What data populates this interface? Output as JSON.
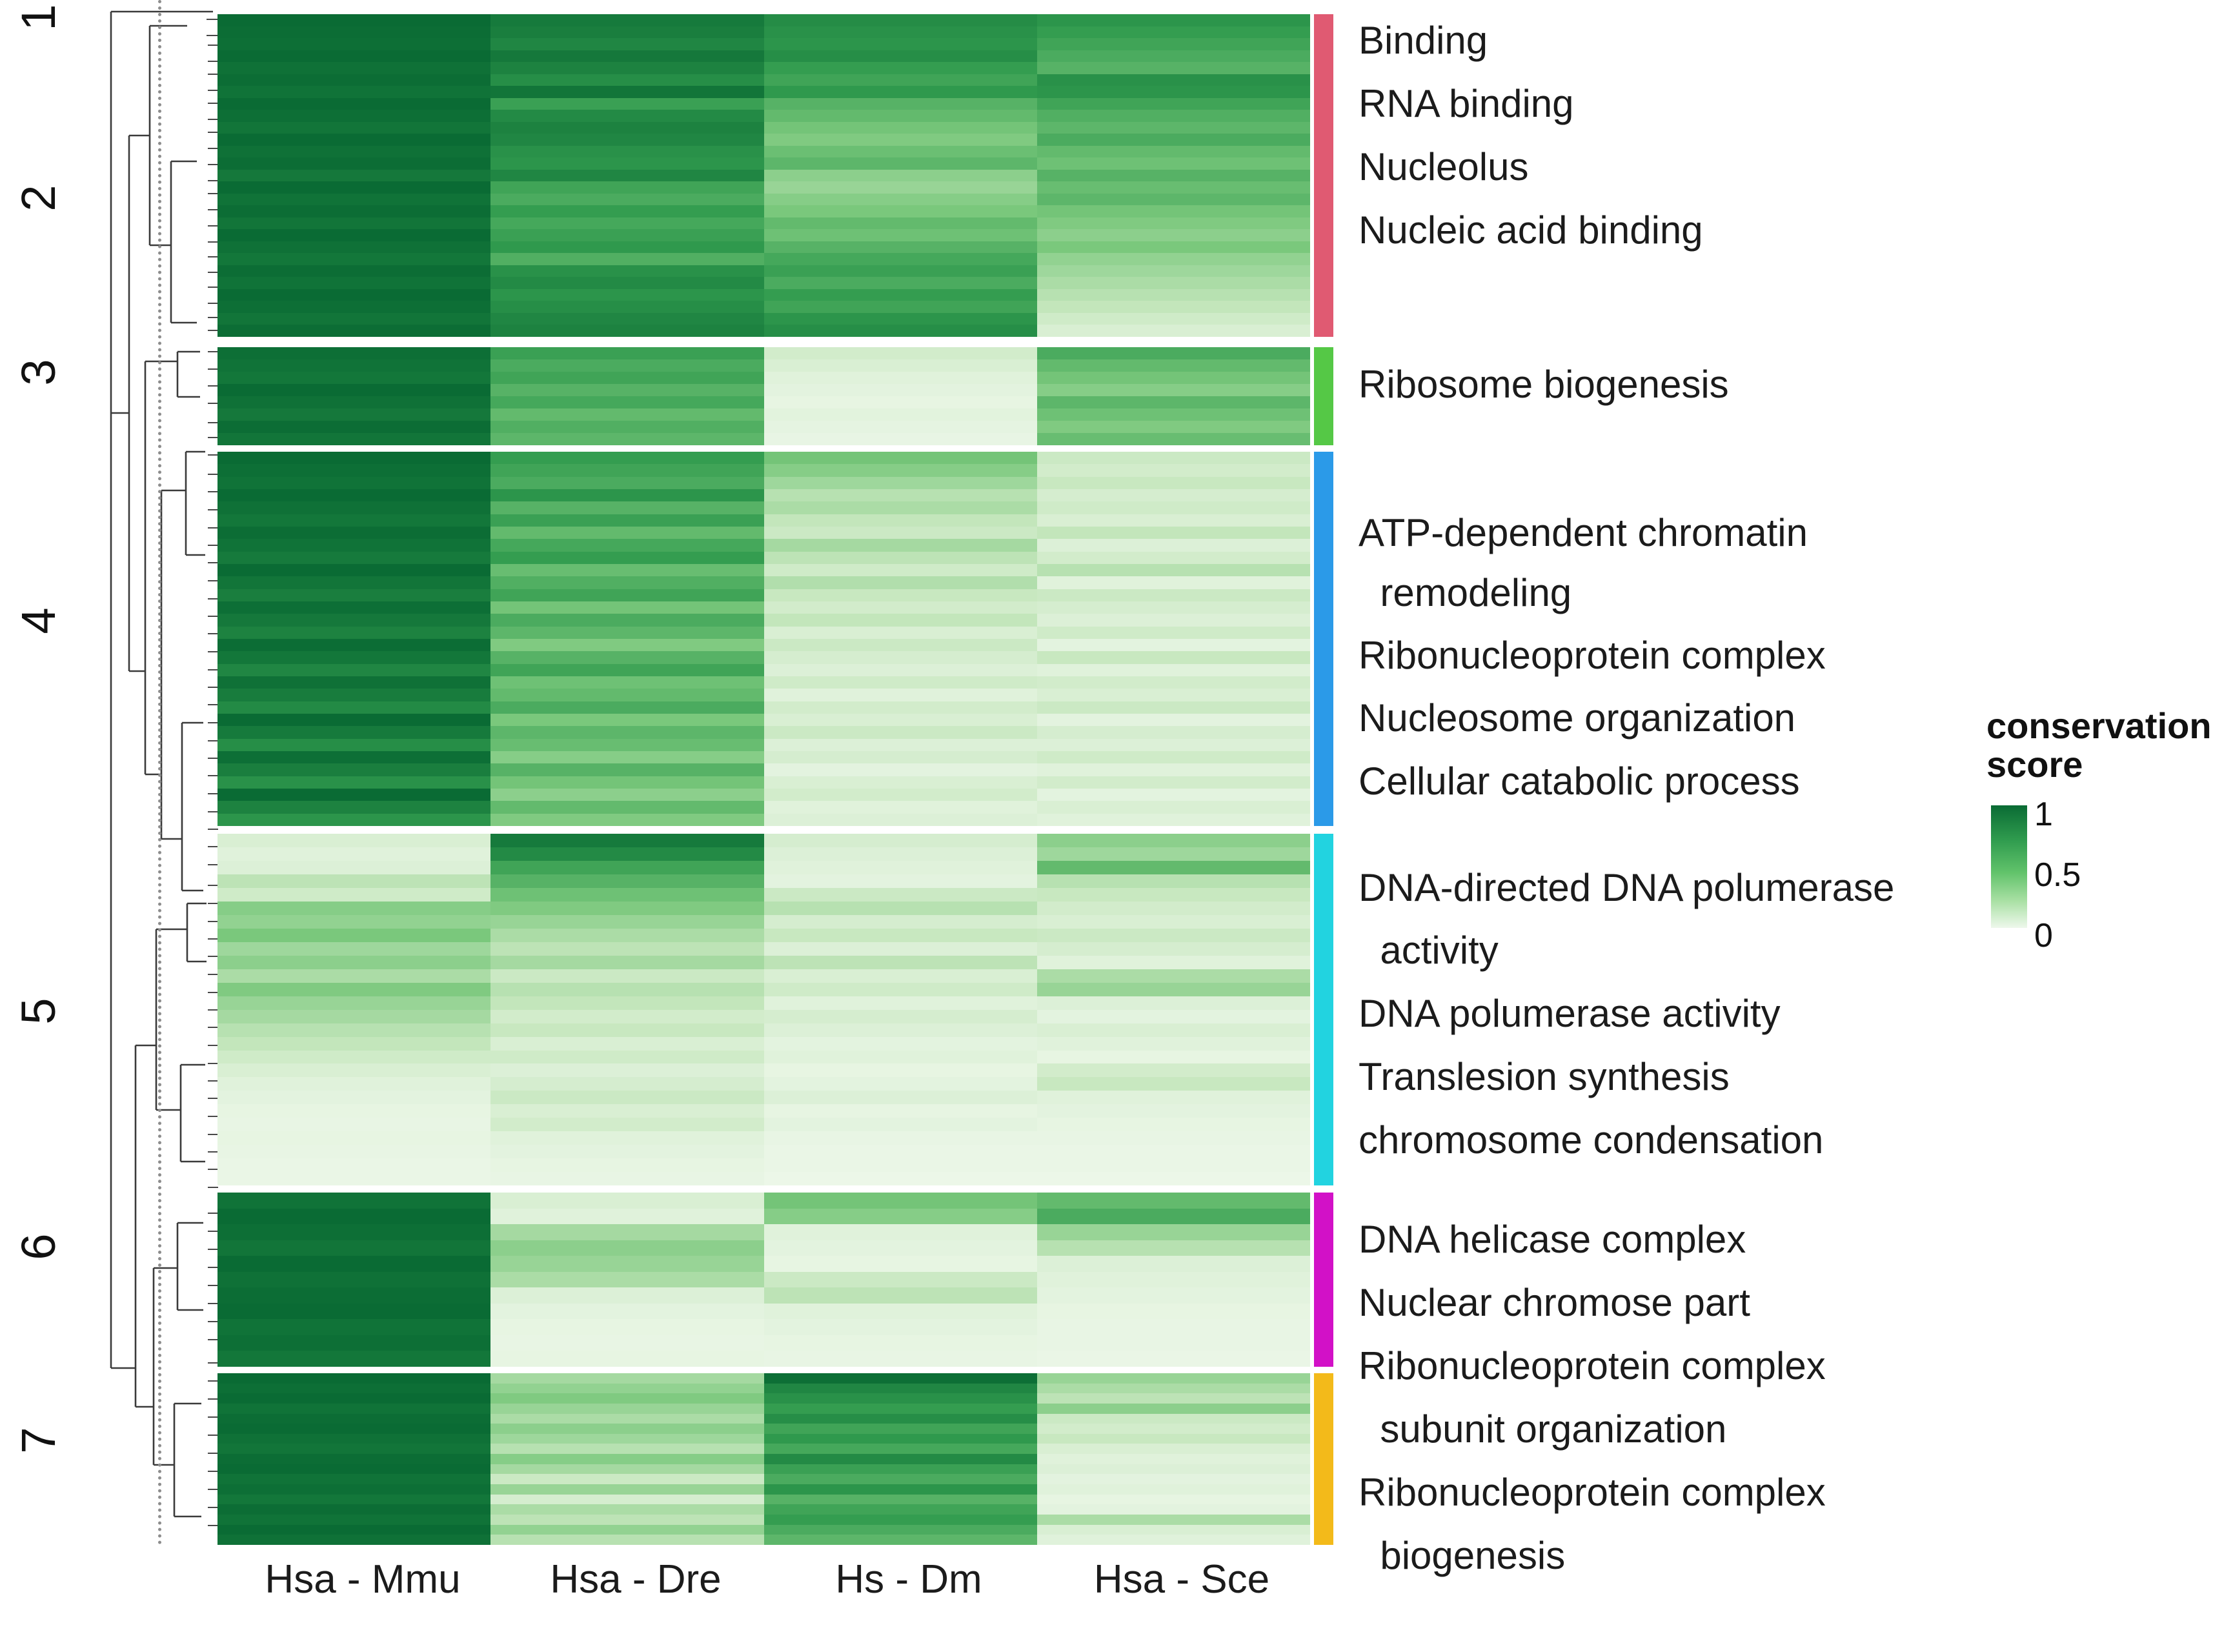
{
  "figure": {
    "kind": "clustered-heatmap",
    "cluster_numbers": [
      "1",
      "2",
      "3",
      "4",
      "5",
      "6",
      "7"
    ]
  },
  "legend": {
    "title_line1": "conservation",
    "title_line2": "score",
    "ticks": [
      "1",
      "0.5",
      "0"
    ],
    "gradient_high_color": "#0a6b34",
    "gradient_low_color": "#eef8ec"
  },
  "annotation_colors": {
    "cluster_1_2": "#e05a72",
    "cluster_3": "#55c846",
    "cluster_4": "#2b9ae8",
    "cluster_5": "#22d3e0",
    "cluster_6": "#d211c7",
    "cluster_7": "#f3ba1a"
  },
  "terms": {
    "group_a": [
      "Binding",
      "RNA binding",
      "Nucleolus",
      "Nucleic acid binding"
    ],
    "group_b": [
      "Ribosome biogenesis"
    ],
    "group_c": [
      "ATP-dependent chromatin",
      "  remodeling",
      "Ribonucleoprotein complex",
      "Nucleosome organization",
      "Cellular catabolic process"
    ],
    "group_d": [
      "DNA-directed DNA polumerase",
      "  activity",
      "DNA polumerase activity",
      "Translesion synthesis",
      "chromosome condensation"
    ],
    "group_e": [
      "DNA helicase complex",
      "Nuclear chromose part"
    ],
    "group_f": [
      "Ribonucleoprotein complex",
      "  subunit organization",
      "Ribonucleoprotein complex",
      "  biogenesis"
    ]
  },
  "chart_data": {
    "type": "heatmap",
    "title": "",
    "xlabel": "",
    "ylabel": "",
    "columns": [
      "Hsa - Mmu",
      "Hsa - Dre",
      "Hs - Dm",
      "Hsa - Sce"
    ],
    "value_range": [
      0,
      1
    ],
    "colorbar_label": "conservation score",
    "legend_position": "right",
    "grid": false,
    "row_clusters": [
      {
        "id": "1-2",
        "label": "1 / 2",
        "annot_color": "#e05a72",
        "rows": [
          [
            1.0,
            0.92,
            0.83,
            0.78
          ],
          [
            0.99,
            0.9,
            0.8,
            0.74
          ],
          [
            0.98,
            0.86,
            0.78,
            0.7
          ],
          [
            1.0,
            0.93,
            0.82,
            0.66
          ],
          [
            0.97,
            0.88,
            0.74,
            0.62
          ],
          [
            0.99,
            0.82,
            0.7,
            0.8
          ],
          [
            0.96,
            0.95,
            0.76,
            0.78
          ],
          [
            1.0,
            0.72,
            0.62,
            0.7
          ],
          [
            0.98,
            0.84,
            0.58,
            0.64
          ],
          [
            0.95,
            0.88,
            0.52,
            0.6
          ],
          [
            1.0,
            0.86,
            0.48,
            0.66
          ],
          [
            0.97,
            0.8,
            0.55,
            0.58
          ],
          [
            0.99,
            0.78,
            0.6,
            0.54
          ],
          [
            0.93,
            0.86,
            0.44,
            0.62
          ],
          [
            1.0,
            0.7,
            0.4,
            0.56
          ],
          [
            0.96,
            0.66,
            0.46,
            0.6
          ],
          [
            0.99,
            0.74,
            0.5,
            0.52
          ],
          [
            0.95,
            0.68,
            0.58,
            0.48
          ],
          [
            1.0,
            0.72,
            0.54,
            0.44
          ],
          [
            0.97,
            0.76,
            0.62,
            0.5
          ],
          [
            0.94,
            0.64,
            0.68,
            0.42
          ],
          [
            0.99,
            0.8,
            0.72,
            0.38
          ],
          [
            0.96,
            0.84,
            0.66,
            0.34
          ],
          [
            1.0,
            0.78,
            0.74,
            0.3
          ],
          [
            0.98,
            0.82,
            0.7,
            0.26
          ],
          [
            0.95,
            0.86,
            0.78,
            0.2
          ],
          [
            0.99,
            0.88,
            0.82,
            0.14
          ]
        ]
      },
      {
        "id": "3",
        "label": "3",
        "annot_color": "#55c846",
        "rows": [
          [
            0.98,
            0.72,
            0.18,
            0.66
          ],
          [
            0.96,
            0.66,
            0.14,
            0.58
          ],
          [
            0.94,
            0.7,
            0.1,
            0.52
          ],
          [
            1.0,
            0.62,
            0.08,
            0.46
          ],
          [
            0.97,
            0.68,
            0.06,
            0.6
          ],
          [
            0.93,
            0.58,
            0.09,
            0.54
          ],
          [
            0.99,
            0.64,
            0.07,
            0.48
          ],
          [
            0.95,
            0.6,
            0.05,
            0.56
          ]
        ]
      },
      {
        "id": "4",
        "label": "4",
        "annot_color": "#2b9ae8",
        "rows": [
          [
            1.0,
            0.74,
            0.52,
            0.22
          ],
          [
            0.98,
            0.7,
            0.46,
            0.18
          ],
          [
            0.96,
            0.66,
            0.38,
            0.24
          ],
          [
            1.0,
            0.78,
            0.3,
            0.16
          ],
          [
            0.97,
            0.62,
            0.34,
            0.2
          ],
          [
            0.94,
            0.72,
            0.26,
            0.14
          ],
          [
            0.99,
            0.58,
            0.22,
            0.26
          ],
          [
            0.96,
            0.68,
            0.36,
            0.12
          ],
          [
            0.92,
            0.74,
            0.28,
            0.18
          ],
          [
            1.0,
            0.56,
            0.2,
            0.3
          ],
          [
            0.95,
            0.64,
            0.32,
            0.1
          ],
          [
            0.9,
            0.7,
            0.24,
            0.22
          ],
          [
            0.98,
            0.52,
            0.18,
            0.16
          ],
          [
            0.93,
            0.66,
            0.26,
            0.12
          ],
          [
            0.88,
            0.6,
            0.14,
            0.2
          ],
          [
            0.99,
            0.48,
            0.22,
            0.08
          ],
          [
            0.94,
            0.62,
            0.16,
            0.24
          ],
          [
            0.86,
            0.7,
            0.12,
            0.1
          ],
          [
            0.97,
            0.54,
            0.2,
            0.18
          ],
          [
            0.91,
            0.58,
            0.1,
            0.14
          ],
          [
            0.84,
            0.66,
            0.18,
            0.22
          ],
          [
            1.0,
            0.5,
            0.14,
            0.08
          ],
          [
            0.92,
            0.6,
            0.22,
            0.16
          ],
          [
            0.82,
            0.56,
            0.12,
            0.12
          ],
          [
            0.98,
            0.46,
            0.16,
            0.2
          ],
          [
            0.9,
            0.62,
            0.08,
            0.1
          ],
          [
            0.8,
            0.52,
            0.14,
            0.18
          ],
          [
            1.0,
            0.44,
            0.18,
            0.08
          ],
          [
            0.88,
            0.58,
            0.1,
            0.14
          ],
          [
            0.78,
            0.48,
            0.12,
            0.1
          ]
        ]
      },
      {
        "id": "5",
        "label": "5",
        "annot_color": "#22d3e0",
        "rows": [
          [
            0.14,
            0.92,
            0.16,
            0.44
          ],
          [
            0.1,
            0.84,
            0.12,
            0.38
          ],
          [
            0.12,
            0.7,
            0.1,
            0.58
          ],
          [
            0.28,
            0.62,
            0.08,
            0.3
          ],
          [
            0.2,
            0.54,
            0.22,
            0.24
          ],
          [
            0.46,
            0.48,
            0.3,
            0.18
          ],
          [
            0.42,
            0.4,
            0.16,
            0.14
          ],
          [
            0.5,
            0.34,
            0.24,
            0.22
          ],
          [
            0.38,
            0.28,
            0.12,
            0.16
          ],
          [
            0.44,
            0.36,
            0.28,
            0.1
          ],
          [
            0.34,
            0.22,
            0.14,
            0.34
          ],
          [
            0.48,
            0.3,
            0.2,
            0.4
          ],
          [
            0.4,
            0.26,
            0.1,
            0.12
          ],
          [
            0.36,
            0.18,
            0.16,
            0.08
          ],
          [
            0.3,
            0.24,
            0.12,
            0.14
          ],
          [
            0.26,
            0.14,
            0.08,
            0.1
          ],
          [
            0.2,
            0.2,
            0.1,
            0.06
          ],
          [
            0.14,
            0.12,
            0.06,
            0.18
          ],
          [
            0.1,
            0.16,
            0.08,
            0.24
          ],
          [
            0.08,
            0.22,
            0.12,
            0.1
          ],
          [
            0.06,
            0.14,
            0.06,
            0.08
          ],
          [
            0.05,
            0.18,
            0.08,
            0.06
          ],
          [
            0.06,
            0.1,
            0.05,
            0.05
          ],
          [
            0.05,
            0.08,
            0.04,
            0.04
          ],
          [
            0.04,
            0.06,
            0.04,
            0.04
          ],
          [
            0.04,
            0.05,
            0.03,
            0.03
          ]
        ]
      },
      {
        "id": "6",
        "label": "6",
        "annot_color": "#d211c7",
        "rows": [
          [
            0.96,
            0.14,
            0.52,
            0.58
          ],
          [
            1.0,
            0.1,
            0.46,
            0.66
          ],
          [
            0.98,
            0.36,
            0.1,
            0.4
          ],
          [
            0.95,
            0.44,
            0.08,
            0.3
          ],
          [
            1.0,
            0.4,
            0.06,
            0.12
          ],
          [
            0.97,
            0.34,
            0.22,
            0.1
          ],
          [
            0.99,
            0.12,
            0.28,
            0.08
          ],
          [
            1.0,
            0.08,
            0.1,
            0.06
          ],
          [
            0.96,
            0.06,
            0.08,
            0.05
          ],
          [
            0.98,
            0.05,
            0.06,
            0.05
          ],
          [
            0.94,
            0.06,
            0.05,
            0.04
          ]
        ]
      },
      {
        "id": "7",
        "label": "7",
        "annot_color": "#f3ba1a",
        "rows": [
          [
            1.0,
            0.36,
            0.98,
            0.4
          ],
          [
            0.98,
            0.42,
            0.86,
            0.34
          ],
          [
            1.0,
            0.48,
            0.8,
            0.28
          ],
          [
            0.96,
            0.4,
            0.74,
            0.44
          ],
          [
            0.99,
            0.34,
            0.82,
            0.22
          ],
          [
            1.0,
            0.44,
            0.7,
            0.18
          ],
          [
            0.97,
            0.38,
            0.76,
            0.24
          ],
          [
            0.95,
            0.3,
            0.68,
            0.14
          ],
          [
            0.99,
            0.46,
            0.84,
            0.1
          ],
          [
            1.0,
            0.36,
            0.72,
            0.12
          ],
          [
            0.96,
            0.22,
            0.66,
            0.08
          ],
          [
            0.98,
            0.4,
            0.78,
            0.1
          ],
          [
            0.94,
            0.16,
            0.62,
            0.06
          ],
          [
            0.99,
            0.34,
            0.7,
            0.08
          ],
          [
            0.96,
            0.28,
            0.74,
            0.34
          ],
          [
            1.0,
            0.42,
            0.66,
            0.14
          ],
          [
            0.97,
            0.3,
            0.6,
            0.1
          ]
        ]
      }
    ]
  },
  "xaxis": {
    "labels": [
      "Hsa - Mmu",
      "Hsa - Dre",
      "Hs - Dm",
      "Hsa - Sce"
    ]
  }
}
